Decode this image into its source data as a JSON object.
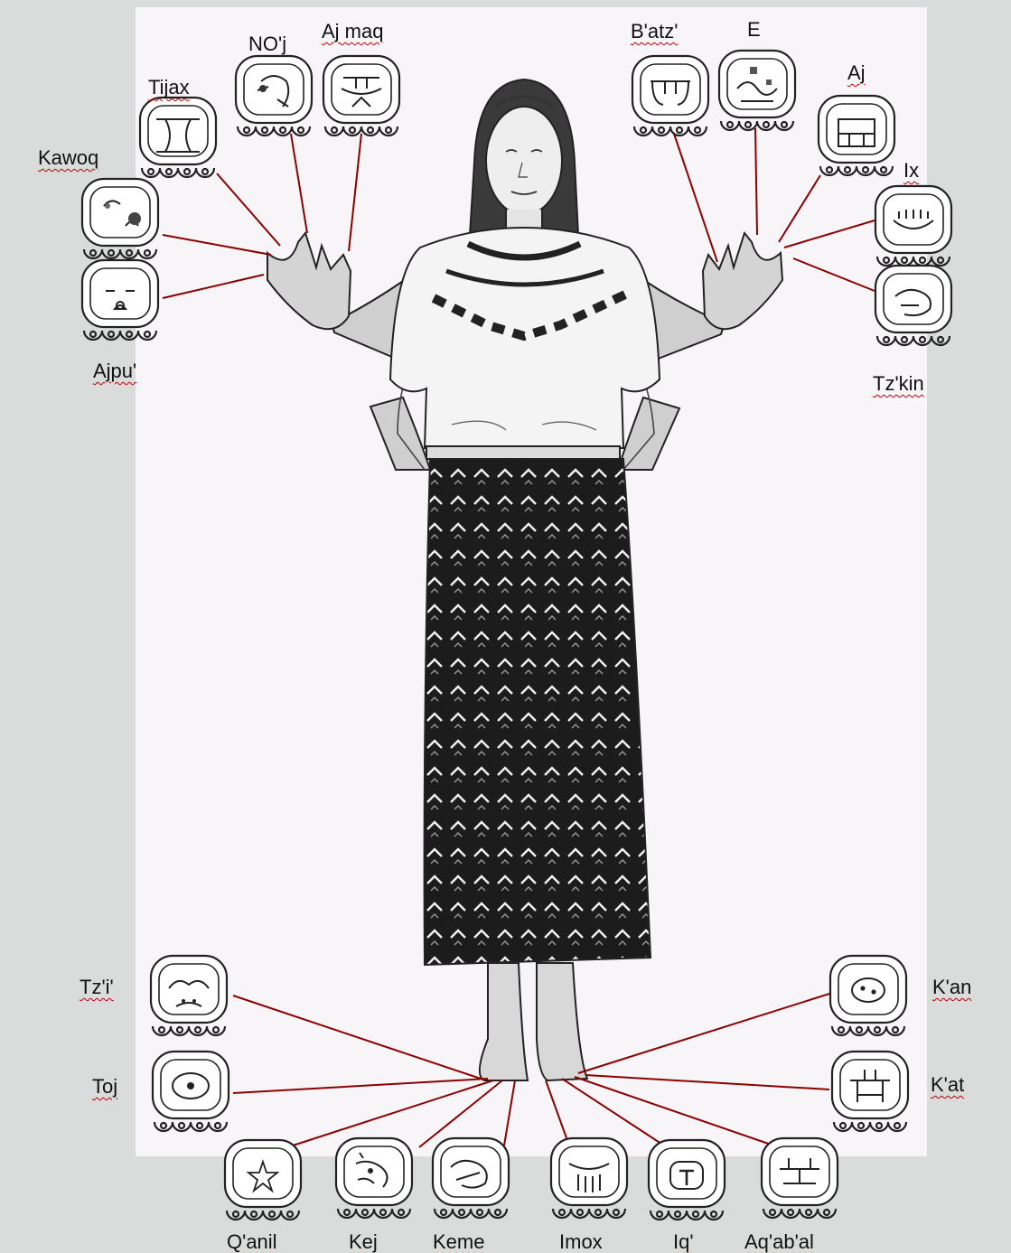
{
  "figure": {
    "panel_color": "#f8f5f8",
    "margin_color": "#d9dcda",
    "connector_color": "#8b0000",
    "glyph_stroke": "#222222"
  },
  "glyphs": {
    "noj": "NO'j",
    "ajmaq": "Aj maq",
    "tijax": "Tijax",
    "kawoq": "Kawoq",
    "ajpu": "Ajpu'",
    "batz": "B'atz'",
    "e": "E",
    "aj": "Aj",
    "ix": "Ix",
    "tzkin": "Tz'kin",
    "tzi": "Tz'i'",
    "toj": "Toj",
    "qanil": "Q'anil",
    "kej": "Kej",
    "keme": "Keme",
    "imox": "Imox",
    "iq": "Iq'",
    "aqabal": "Aq'ab'al",
    "kan": "K'an",
    "kat": "K'at"
  }
}
